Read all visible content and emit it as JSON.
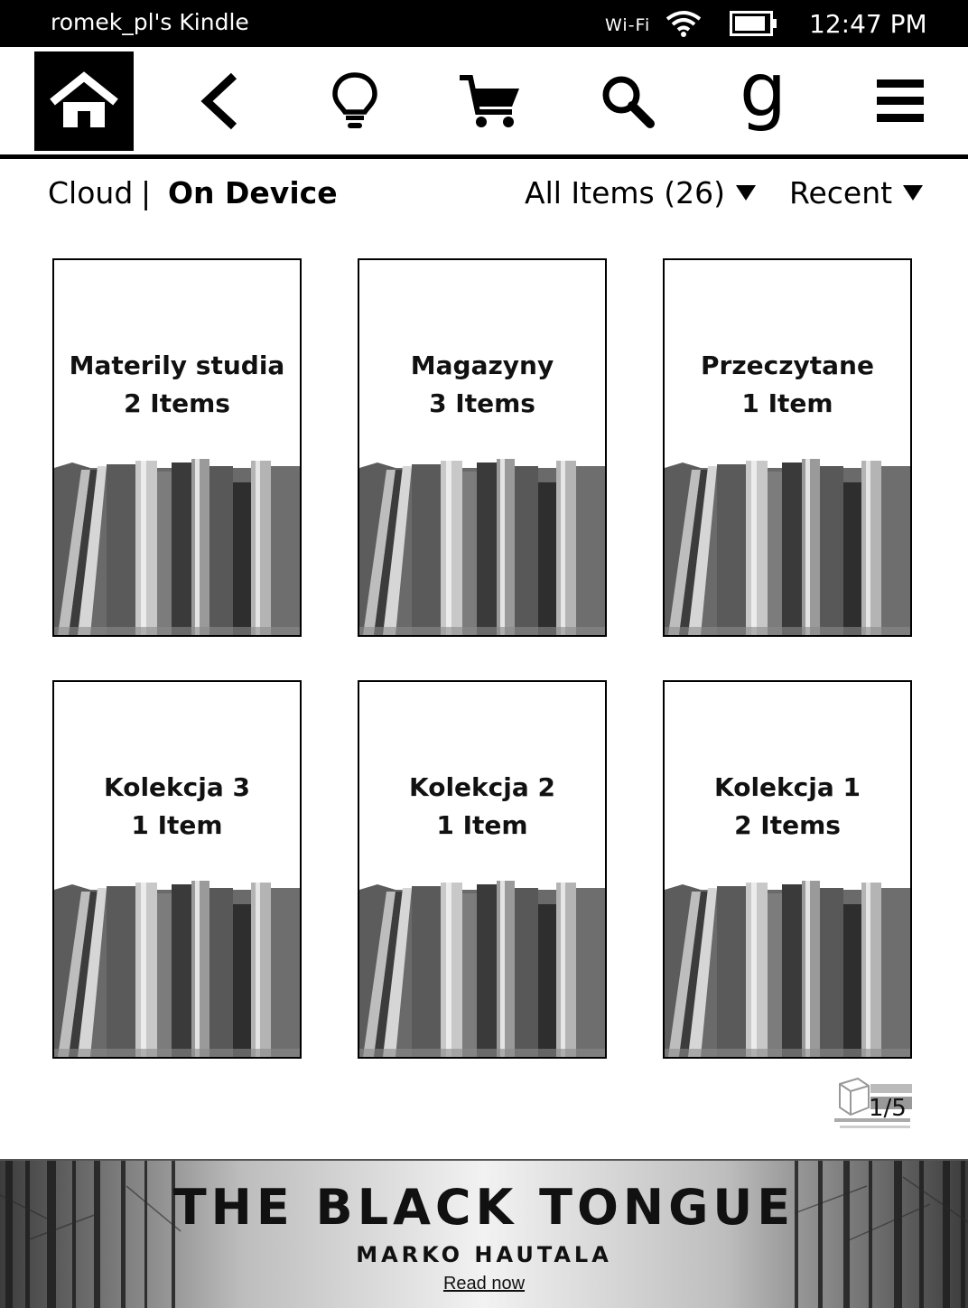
{
  "status_bar": {
    "device_name": "romek_pl's Kindle",
    "wifi_label": "Wi-Fi",
    "time": "12:47 PM"
  },
  "toolbar": {
    "buttons": [
      {
        "icon": "home-icon",
        "active": true
      },
      {
        "icon": "back-icon"
      },
      {
        "icon": "lightbulb-icon"
      },
      {
        "icon": "cart-icon"
      },
      {
        "icon": "search-icon"
      },
      {
        "icon": "goodreads-icon",
        "glyph": "g"
      },
      {
        "icon": "menu-icon"
      }
    ]
  },
  "filters": {
    "cloud_label": "Cloud",
    "separator": "|",
    "device_label": "On Device",
    "items_label": "All Items (26)",
    "sort_label": "Recent"
  },
  "collections": [
    {
      "title": "Materily studia",
      "count": "2 Items"
    },
    {
      "title": "Magazyny",
      "count": "3 Items"
    },
    {
      "title": "Przeczytane",
      "count": "1 Item"
    },
    {
      "title": "Kolekcja 3",
      "count": "1 Item"
    },
    {
      "title": "Kolekcja 2",
      "count": "1 Item"
    },
    {
      "title": "Kolekcja 1",
      "count": "2 Items"
    }
  ],
  "pagination": {
    "indicator": "1/5"
  },
  "banner": {
    "title": "THE BLACK TONGUE",
    "author": "MARKO HAUTALA",
    "cta": "Read now"
  }
}
